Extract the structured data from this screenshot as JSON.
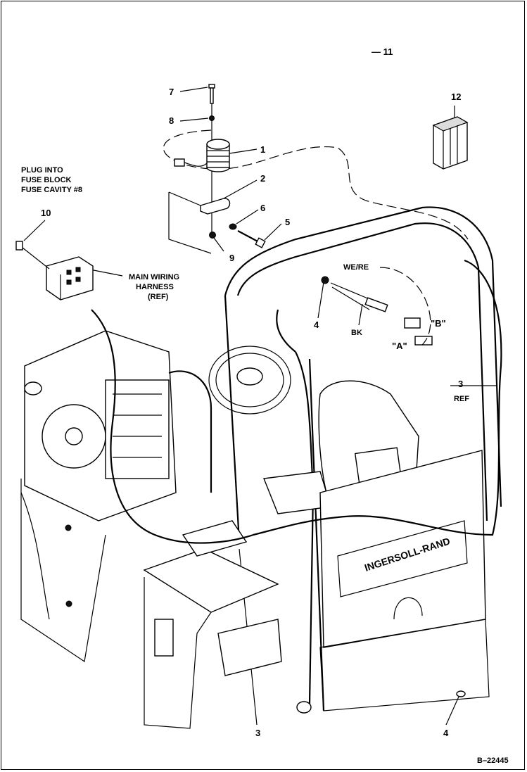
{
  "callouts": {
    "c1": "1",
    "c2": "2",
    "c3a": "3",
    "c3b": "3",
    "c4a": "4",
    "c4b": "4",
    "c5": "5",
    "c6": "6",
    "c7": "7",
    "c8": "8",
    "c9": "9",
    "c10": "10",
    "c11": "— 11",
    "c12": "12"
  },
  "notes": {
    "plug_line1": "PLUG INTO",
    "plug_line2": "FUSE BLOCK",
    "plug_line3": "FUSE CAVITY #8",
    "harness_line1": "MAIN WIRING",
    "harness_line2": "HARNESS",
    "harness_line3": "(REF)",
    "ref": "REF",
    "we_r": "WE/RE",
    "bk": "BK",
    "view_a": "\"A\"",
    "view_b": "\"B\"",
    "brand": "INGERSOLL-RAND",
    "figure_id": "B–22445"
  }
}
